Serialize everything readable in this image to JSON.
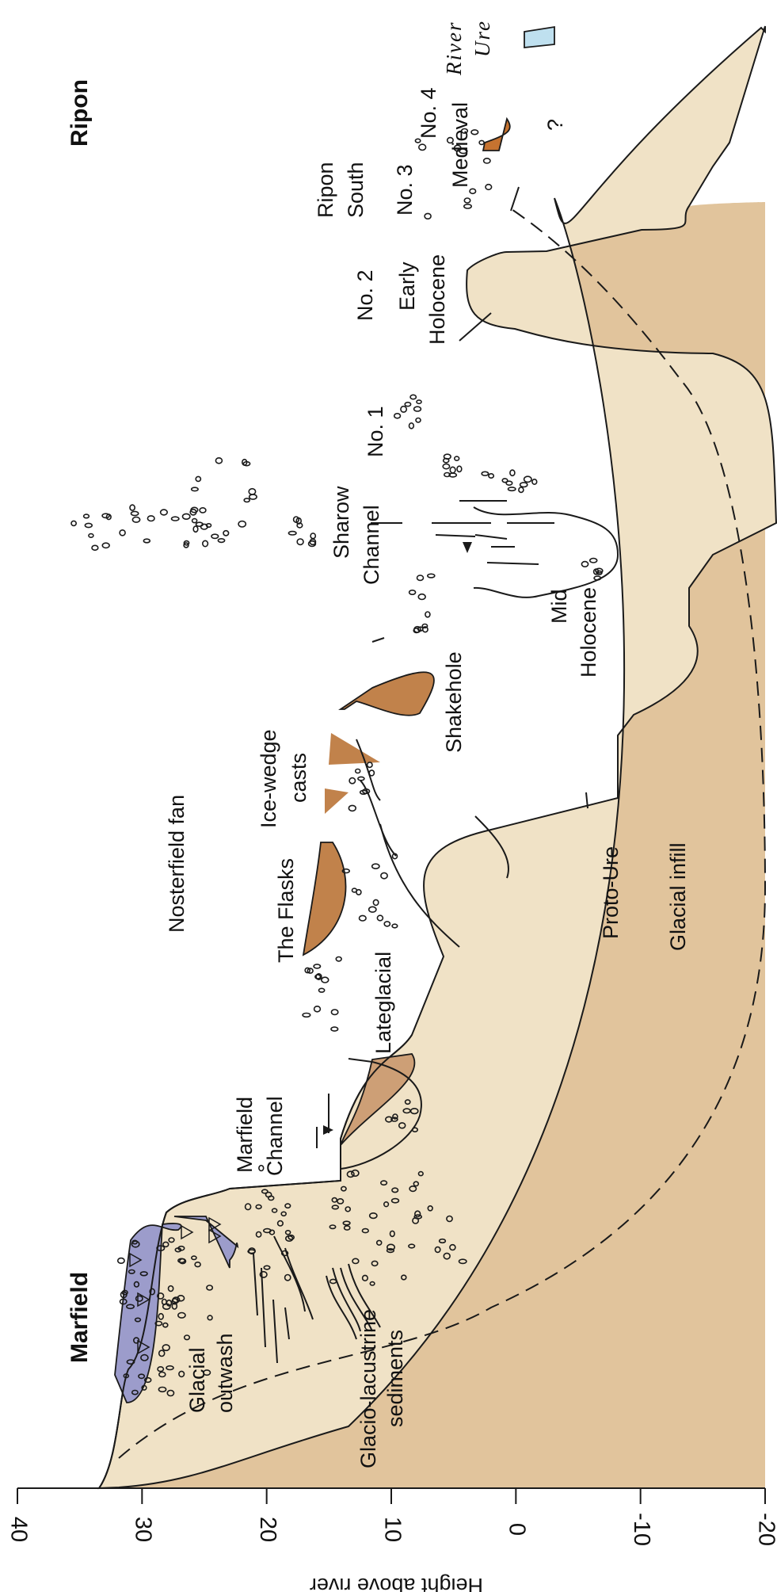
{
  "colors": {
    "bedrock": "#e1c49c",
    "infill": "#f0e2c6",
    "lateglacial": "#cd9f76",
    "peat": "#c1824b",
    "medieval": "#c67330",
    "till": "#9c9ccb",
    "water": "#bfe0ef",
    "ink": "#1a1a1a"
  },
  "labels": {
    "marfield": "Marfield",
    "ripon": "Ripon",
    "glacial_outwash_1": "Glacial",
    "glacial_outwash_2": "outwash",
    "glacio_lacustrine_1": "Glacio-lacustrine",
    "glacio_lacustrine_2": "sediments",
    "marfield_channel_1": "Marfield",
    "marfield_channel_2": "Channel",
    "lateglacial": "Lateglacial",
    "the_flasks": "The Flasks",
    "ice_wedge_1": "Ice-wedge",
    "ice_wedge_2": "casts",
    "nosterfield_fan": "Nosterfield fan",
    "shakehole": "Shakehole",
    "proto_ure": "Proto-Ure",
    "glacial_infill": "Glacial infill",
    "sharow_channel_1": "Sharow",
    "sharow_channel_2": "Channel",
    "mid_holocene_1": "Mid",
    "mid_holocene_2": "Holocene",
    "no1": "No. 1",
    "no2": "No. 2",
    "early_holocene_1": "Early",
    "early_holocene_2": "Holocene",
    "ripon_south_1": "Ripon",
    "ripon_south_2": "South",
    "no3": "No. 3",
    "no4": "No. 4",
    "medieval": "Medieval",
    "river_ure_1": "River",
    "river_ure_2": "Ure",
    "question": "?"
  },
  "axis": {
    "title": "Height above river",
    "ticks": [
      "40",
      "30",
      "20",
      "10",
      "0",
      "-10",
      "-20"
    ]
  }
}
